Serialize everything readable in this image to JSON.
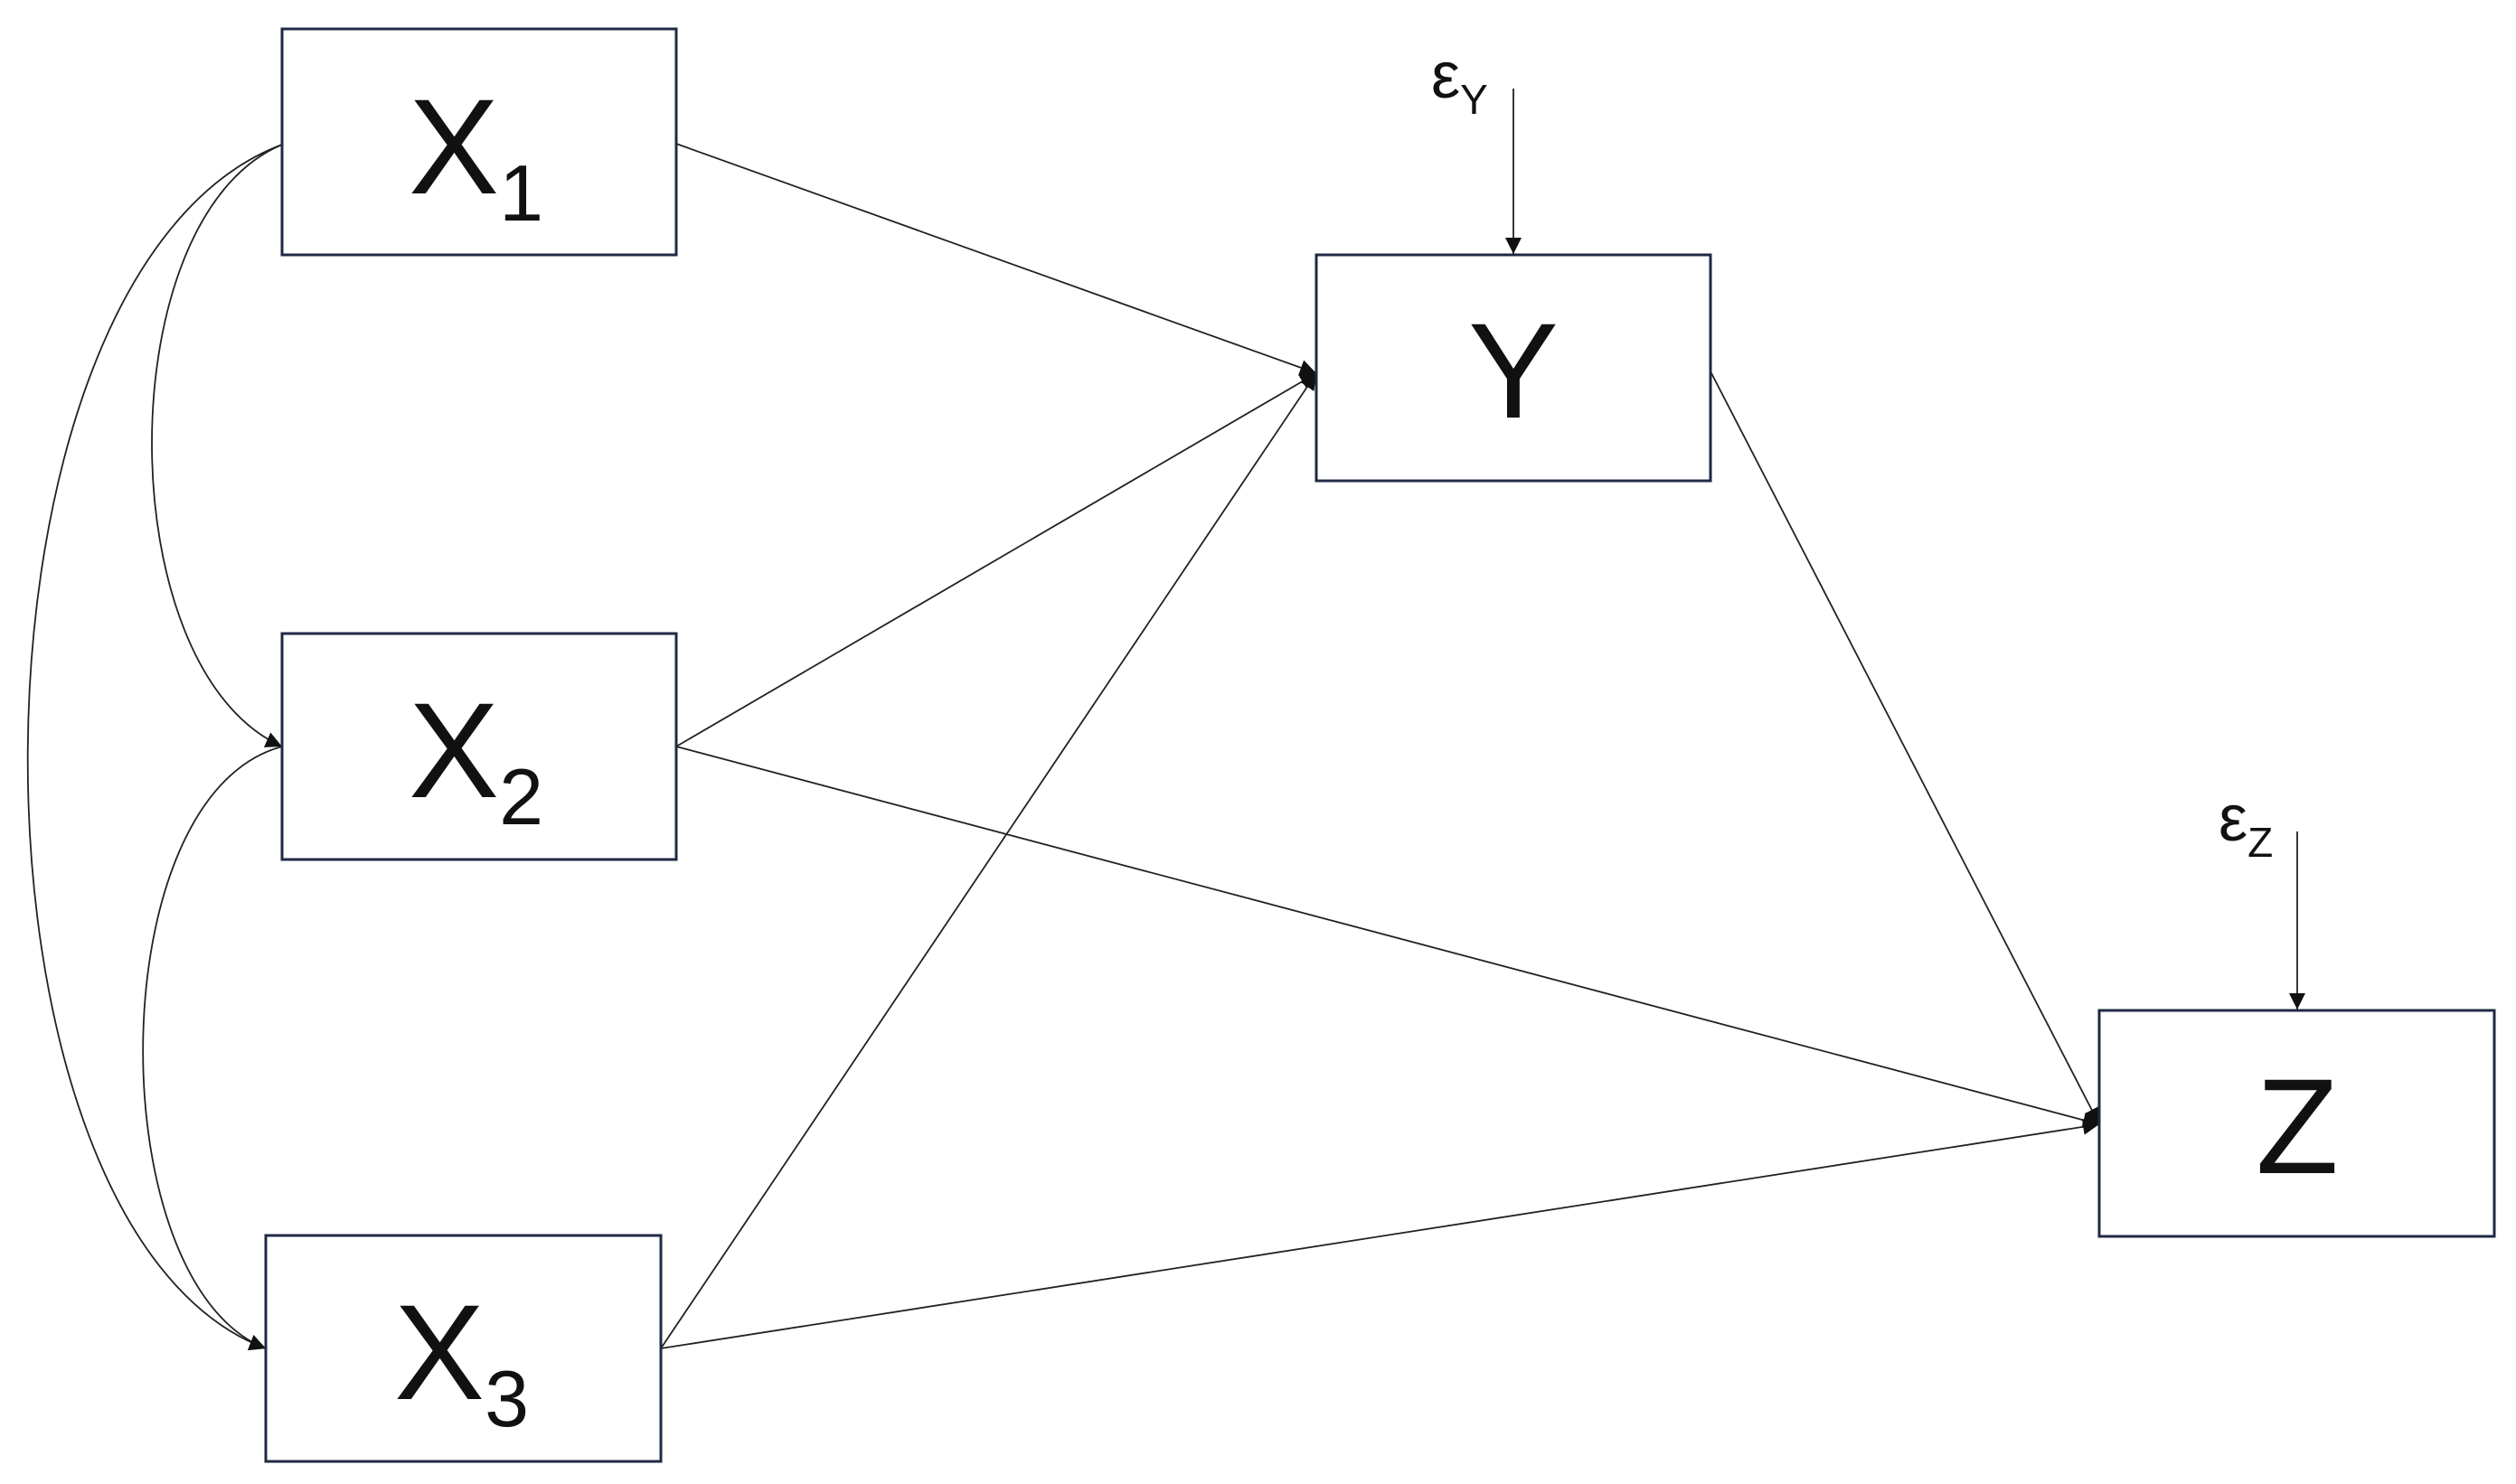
{
  "nodes": [
    {
      "id": "x1",
      "letter": "X",
      "sub": "1"
    },
    {
      "id": "x2",
      "letter": "X",
      "sub": "2"
    },
    {
      "id": "x3",
      "letter": "X",
      "sub": "3"
    },
    {
      "id": "y",
      "letter": "Y",
      "sub": ""
    },
    {
      "id": "z",
      "letter": "Z",
      "sub": ""
    }
  ],
  "errors": [
    {
      "id": "ey",
      "symbol": "ε",
      "sub": "Y",
      "target": "y"
    },
    {
      "id": "ez",
      "symbol": "ε",
      "sub": "Z",
      "target": "z"
    }
  ],
  "paths": [
    {
      "from": "x1",
      "to": "y"
    },
    {
      "from": "x2",
      "to": "y"
    },
    {
      "from": "x3",
      "to": "y"
    },
    {
      "from": "x2",
      "to": "z"
    },
    {
      "from": "x3",
      "to": "z"
    },
    {
      "from": "y",
      "to": "z"
    }
  ],
  "covariances": [
    {
      "a": "x1",
      "b": "x2"
    },
    {
      "a": "x2",
      "b": "x3"
    },
    {
      "a": "x1",
      "b": "x3"
    }
  ],
  "colors": {
    "box_border": "#1f2a44",
    "line": "#222222",
    "text": "#111111"
  }
}
